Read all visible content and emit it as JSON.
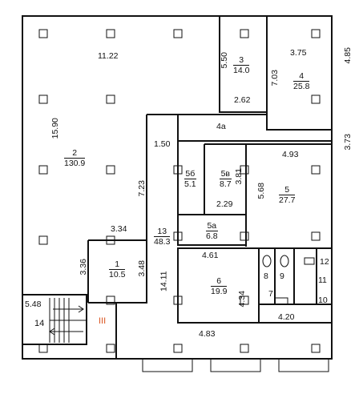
{
  "rooms": [
    {
      "id": "room-2",
      "number": "2",
      "area": "130.9"
    },
    {
      "id": "room-3",
      "number": "3",
      "area": "14.0"
    },
    {
      "id": "room-4",
      "number": "4",
      "area": "25.8"
    },
    {
      "id": "room-4a",
      "number": "4а",
      "area": ""
    },
    {
      "id": "room-5",
      "number": "5",
      "area": "27.7"
    },
    {
      "id": "room-5b",
      "number": "5б",
      "area": "5.1"
    },
    {
      "id": "room-5v",
      "number": "5в",
      "area": "8.7"
    },
    {
      "id": "room-5a",
      "number": "5а",
      "area": "6.8"
    },
    {
      "id": "room-6",
      "number": "6",
      "area": "19.9"
    },
    {
      "id": "room-1",
      "number": "1",
      "area": "10.5"
    },
    {
      "id": "room-13",
      "number": "13",
      "area": "48.3"
    },
    {
      "id": "room-14",
      "number": "14",
      "area": ""
    },
    {
      "id": "room-7",
      "number": "7",
      "area": ""
    },
    {
      "id": "room-8",
      "number": "8",
      "area": ""
    },
    {
      "id": "room-9",
      "number": "9",
      "area": ""
    },
    {
      "id": "room-10",
      "number": "10",
      "area": ""
    },
    {
      "id": "room-11",
      "number": "11",
      "area": ""
    },
    {
      "id": "room-12",
      "number": "12",
      "area": ""
    }
  ],
  "dimensions": {
    "d_11_22": "11.22",
    "d_15_90": "15.90",
    "d_5_50": "5.50",
    "d_3_75": "3.75",
    "d_7_03": "7.03",
    "d_4_85": "4.85",
    "d_2_62": "2.62",
    "d_1_50": "1.50",
    "d_7_23": "7.23",
    "d_4_93": "4.93",
    "d_3_73": "3.73",
    "d_3_81": "3.81",
    "d_5_68": "5.68",
    "d_2_29": "2.29",
    "d_3_34": "3.34",
    "d_3_36": "3.36",
    "d_3_48": "3.48",
    "d_4_61": "4.61",
    "d_14_11": "14.11",
    "d_4_34": "4.34",
    "d_5_48": "5.48",
    "d_4_83": "4.83",
    "d_4_20": "4.20"
  },
  "marker": "III"
}
